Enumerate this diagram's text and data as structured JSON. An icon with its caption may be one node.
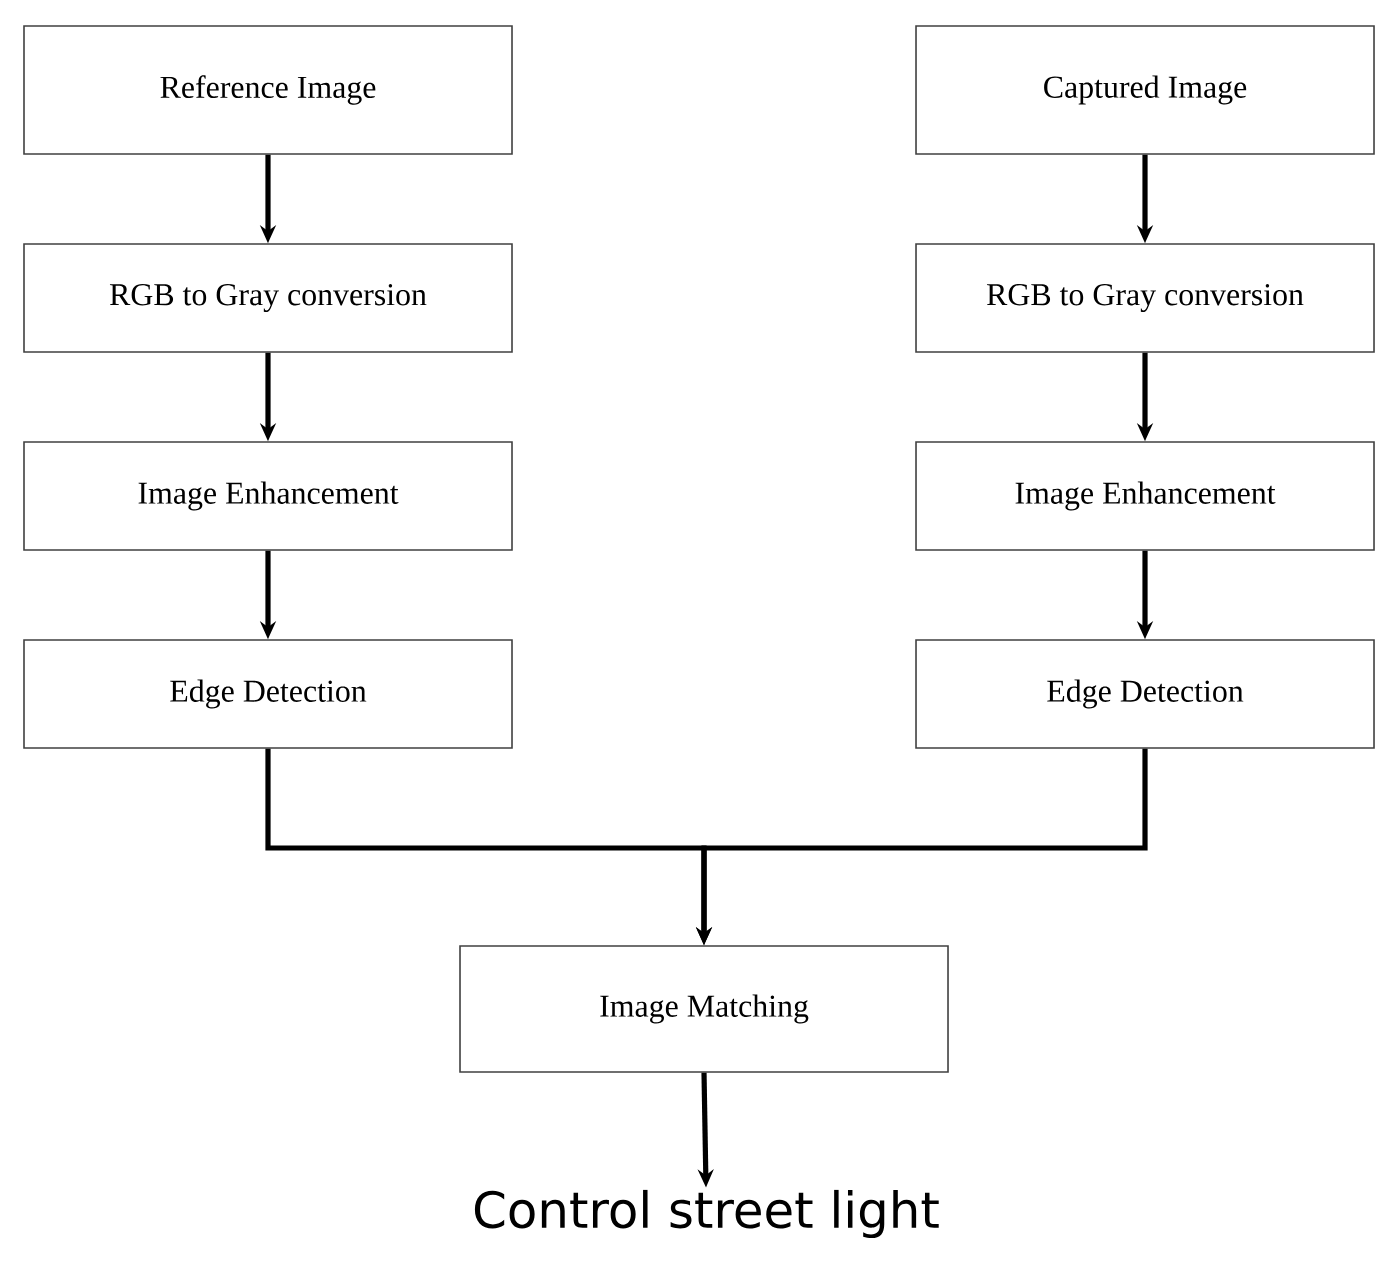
{
  "diagram": {
    "nodes": [
      {
        "text": [
          "Reference Image"
        ]
      },
      {
        "text": [
          "RGB to Gray conversion"
        ]
      },
      {
        "text": [
          "Image Enhancement"
        ]
      },
      {
        "text": [
          "Edge Detection"
        ]
      },
      {
        "text": [
          "Captured Image"
        ]
      },
      {
        "text": [
          "RGB to Gray conversion"
        ]
      },
      {
        "text": [
          "Image Enhancement"
        ]
      },
      {
        "text": [
          "Edge Detection"
        ]
      },
      {
        "text": [
          "Image Matching"
        ]
      },
      {
        "text": [
          "Control street light"
        ]
      }
    ],
    "edges": [
      {
        "from": 0,
        "to": 1,
        "arrow": "to"
      },
      {
        "from": 1,
        "to": 2,
        "arrow": "to"
      },
      {
        "from": 2,
        "to": 3,
        "arrow": "to"
      },
      {
        "from": 4,
        "to": 5,
        "arrow": "to"
      },
      {
        "from": 5,
        "to": 6,
        "arrow": "to"
      },
      {
        "from": 6,
        "to": 7,
        "arrow": "to"
      },
      {
        "from": 3,
        "to": 8,
        "arrow": "to"
      },
      {
        "from": 7,
        "to": 8,
        "arrow": "to"
      },
      {
        "from": 8,
        "to": 9,
        "arrow": "to"
      }
    ]
  }
}
